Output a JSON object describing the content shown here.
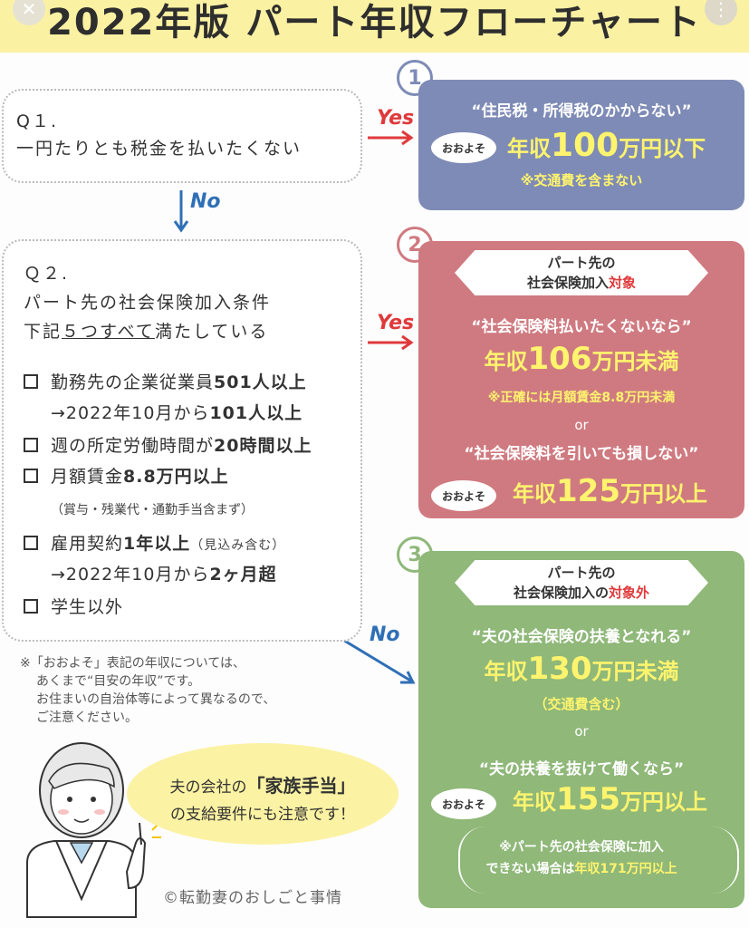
{
  "title": "2022年版 パート年収フローチャート",
  "q1": {
    "label": "Q１.",
    "text": "一円たりとも税金を払いたくない"
  },
  "q2": {
    "label": "Ｑ２.",
    "line1": "パート先の社会保険加入条件",
    "line2_pre": "下記",
    "line2_underline": "５つすべて",
    "line2_post": "満たしている",
    "items": [
      {
        "pre": "勤務先の企業従業員",
        "bold": "501人以上"
      },
      {
        "sub_pre": "→2022年10月から",
        "sub_bold": "101人以上"
      },
      {
        "pre": "週の所定労働時間が",
        "bold": "20時間以上"
      },
      {
        "pre": "月額賃金",
        "bold": "8.8万円以上"
      },
      {
        "note": "（賞与・残業代・通勤手当含まず）"
      },
      {
        "pre": "雇用契約",
        "bold": "1年以上",
        "post": "（見込み含む）"
      },
      {
        "sub_pre": "→2022年10月から",
        "sub_bold": "2ヶ月超"
      },
      {
        "pre": "学生以外"
      }
    ]
  },
  "arrows": {
    "yes1": "Yes",
    "no1": "No",
    "yes2": "Yes",
    "no2": "No"
  },
  "panel1": {
    "num": "1",
    "quote": "“住民税・所得税のかからない”",
    "bubble": "おおよそ",
    "amount_pre": "年収",
    "amount_num": "100",
    "amount_post": "万円以下",
    "note": "※交通費を含まない"
  },
  "panel2": {
    "num": "2",
    "banner1": "パート先の",
    "banner2_pre": "社会保険加入",
    "banner2_red": "対象",
    "quote1": "“社会保険料払いたくないなら”",
    "amount1_pre": "年収",
    "amount1_num": "106",
    "amount1_post": "万円未満",
    "note1": "※正確には月額賃金8.8万円未満",
    "or": "or",
    "quote2": "“社会保険料を引いても損しない”",
    "bubble": "おおよそ",
    "amount2_pre": "年収",
    "amount2_num": "125",
    "amount2_post": "万円以上"
  },
  "panel3": {
    "num": "3",
    "banner1": "パート先の",
    "banner2_pre": "社会保険加入の",
    "banner2_red": "対象外",
    "quote1": "“夫の社会保険の扶養となれる”",
    "amount1_pre": "年収",
    "amount1_num": "130",
    "amount1_post": "万円未満",
    "note1": "（交通費含む）",
    "or": "or",
    "quote2": "“夫の扶養を抜けて働くなら”",
    "bubble": "おおよそ",
    "amount2_pre": "年収",
    "amount2_num": "155",
    "amount2_post": "万円以上",
    "note2a": "※パート先の社会保険に加入",
    "note2b_pre": "できない場合は",
    "note2b_bold": "年収171万円以上"
  },
  "footnote": {
    "l1": "※「おおよそ」表記の年収については、",
    "l2": "あくまで“目安の年収”です。",
    "l3": "お住まいの自治体等によって異なるので、",
    "l4": "ご注意ください。"
  },
  "speech": {
    "l1_pre": "夫の会社の",
    "l1_em": "「家族手当」",
    "l2": "の支給要件にも注意です！"
  },
  "credit": "©転勤妻のおしごと事情",
  "colors": {
    "title_band": "#fbf1a3",
    "panel1": "#7e8bb6",
    "panel2": "#cf7a80",
    "panel3": "#8fb879",
    "accent_red": "#e0393b",
    "amount_yellow": "#fff46e",
    "no_blue": "#2f6fb6"
  }
}
